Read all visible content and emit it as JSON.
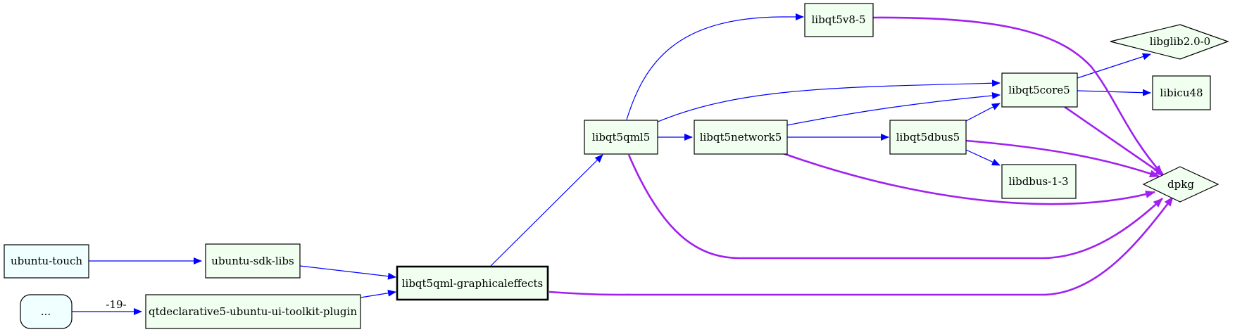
{
  "graph": {
    "colors": {
      "dep_edge": "#0000ff",
      "pkg_edge": "#a020f0",
      "node_fill": "#f0fff0",
      "root_fill": "#f0ffff",
      "stroke": "#000000"
    },
    "nodes": {
      "ubuntu_touch": "ubuntu-touch",
      "ellipsis": "...",
      "ubuntu_sdk_libs": "ubuntu-sdk-libs",
      "qtdeclarative_plugin": "qtdeclarative5-ubuntu-ui-toolkit-plugin",
      "graphicaleffects": "libqt5qml-graphicaleffects",
      "libqt5qml5": "libqt5qml5",
      "libqt5v8": "libqt5v8-5",
      "libqt5network5": "libqt5network5",
      "libqt5dbus5": "libqt5dbus5",
      "libqt5core5": "libqt5core5",
      "libdbus": "libdbus-1-3",
      "libglib": "libglib2.0-0",
      "libicu48": "libicu48",
      "dpkg": "dpkg"
    },
    "edge_labels": {
      "ellipsis_to_plugin": "-19-"
    }
  }
}
